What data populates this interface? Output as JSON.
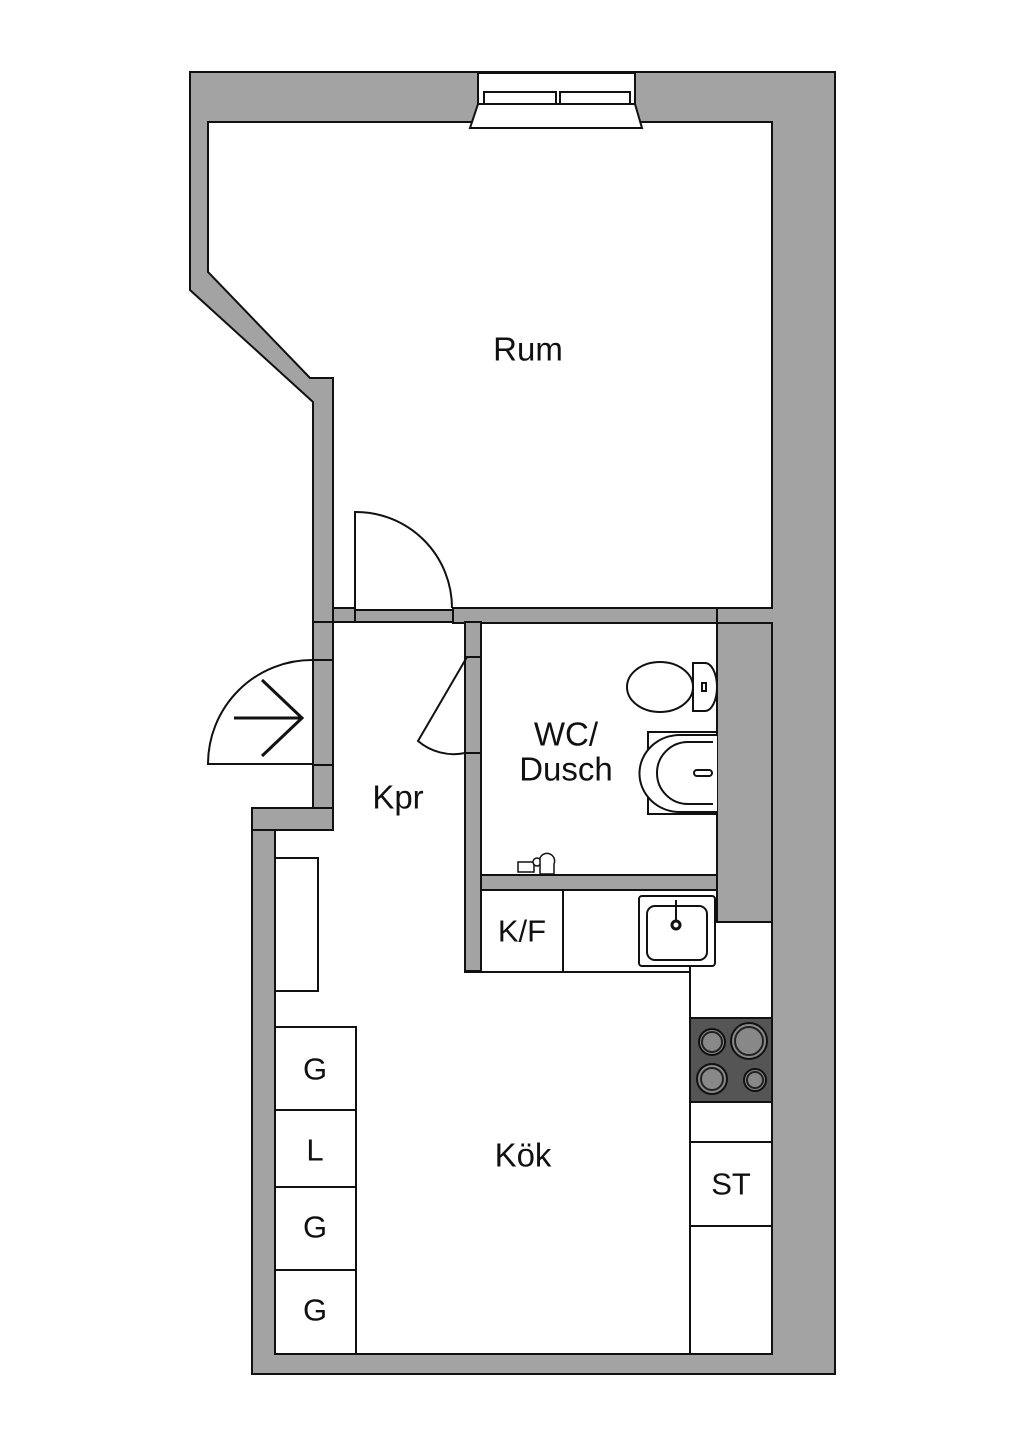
{
  "colors": {
    "wall": "#a3a3a3",
    "line": "#111111",
    "floor": "#ffffff",
    "stove": "#555555",
    "burner": "#888888"
  },
  "rooms": {
    "rum": "Rum",
    "kpr": "Kpr",
    "wc_line1": "WC/",
    "wc_line2": "Dusch",
    "kok": "Kök"
  },
  "fixtures": {
    "fridge_freezer": "K/F",
    "wardrobe_1": "G",
    "linen": "L",
    "wardrobe_2": "G",
    "wardrobe_3": "G",
    "cleaning_cabinet": "ST"
  },
  "icons": {
    "entrance": "entrance-arrow-icon",
    "toilet": "toilet-icon",
    "washbasin": "washbasin-icon",
    "shower": "shower-icon",
    "sink": "kitchen-sink-icon",
    "stove": "stove-icon",
    "window": "window-icon"
  }
}
